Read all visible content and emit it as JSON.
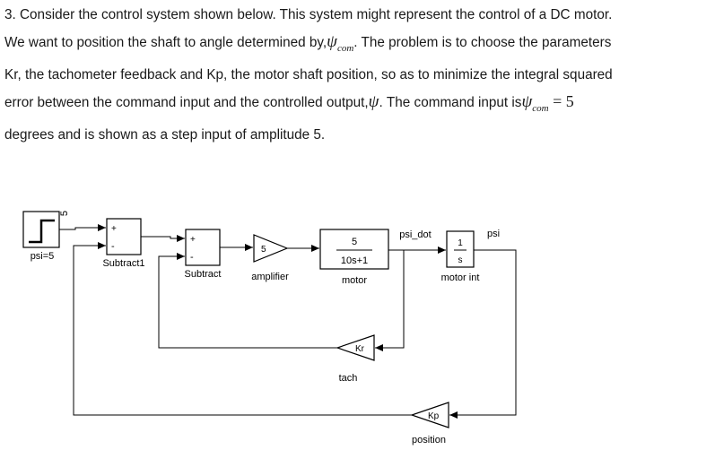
{
  "problem": {
    "line1": "3. Consider the control system shown below. This system might represent the control of a DC motor.",
    "line2_a": "We want to position the shaft to angle determined by,",
    "line2_sym": "ψ",
    "line2_sub": "com",
    "line2_b": ". The problem is to choose the parameters",
    "line3": "Kr, the tachometer feedback and Kp, the motor shaft position, so as to minimize the integral squared",
    "line4_a": "error between the command input and the controlled output,",
    "line4_sym": "ψ",
    "line4_b": ". The command input is",
    "line4_sym2": "ψ",
    "line4_sub2": "com",
    "line4_eq": " = 5",
    "line5": "degrees and is shown as a step input of amplitude 5."
  },
  "diagram": {
    "step_label": "psi=5",
    "step_amplitude": "5",
    "sum1_label": "Subtract1",
    "sum1_plus": "+",
    "sum1_minus": "-",
    "sum2_label": "Subtract",
    "sum2_plus": "+",
    "sum2_minus": "-",
    "amplifier_gain": "5",
    "amplifier_label": "amplifier",
    "motor_num": "5",
    "motor_den": "10s+1",
    "motor_label": "motor",
    "signal_psi_dot": "psi_dot",
    "integrator_num": "1",
    "integrator_den": "s",
    "integrator_label": "motor int",
    "signal_psi": "psi",
    "tach_gain": "Kr",
    "tach_label": "tach",
    "position_gain": "Kp",
    "position_label": "position"
  }
}
